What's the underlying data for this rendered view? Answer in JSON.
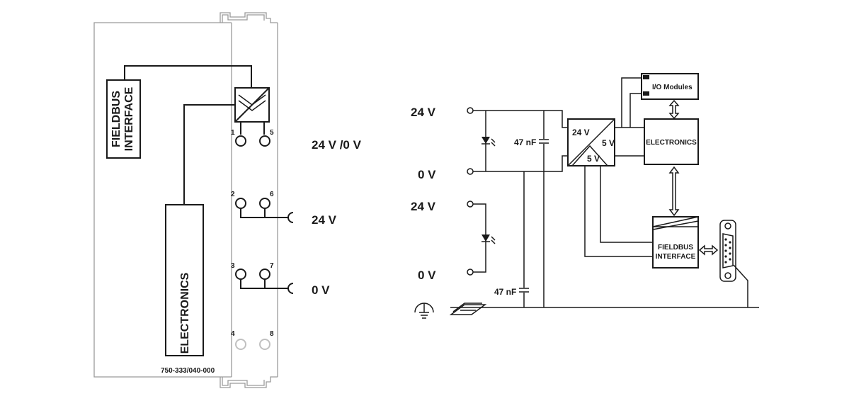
{
  "left_module": {
    "fieldbus_label_line1": "FIELDBUS",
    "fieldbus_label_line2": "INTERFACE",
    "electronics_label": "ELECTRONICS",
    "part_number": "750-333/040-000",
    "terminals": [
      "1",
      "5",
      "2",
      "6",
      "3",
      "7",
      "4",
      "8"
    ],
    "label_24v_0v": "24 V /0 V",
    "label_24v": "24 V",
    "label_0v": "0 V"
  },
  "right_circuit": {
    "supply1_24v": "24 V",
    "supply1_0v": "0 V",
    "supply2_24v": "24 V",
    "supply2_0v": "0 V",
    "cap1": "47 nF",
    "cap2": "47 nF",
    "converter_in": "24 V",
    "converter_out1": "5 V",
    "converter_out2": "5 V",
    "io_modules": "I/O Modules",
    "electronics": "ELECTRONICS",
    "fieldbus_line1": "FIELDBUS",
    "fieldbus_line2": "INTERFACE"
  },
  "colors": {
    "line": "#1a1a1a",
    "housing": "#9a9a9a",
    "unused_terminal": "#c0c0c0"
  }
}
